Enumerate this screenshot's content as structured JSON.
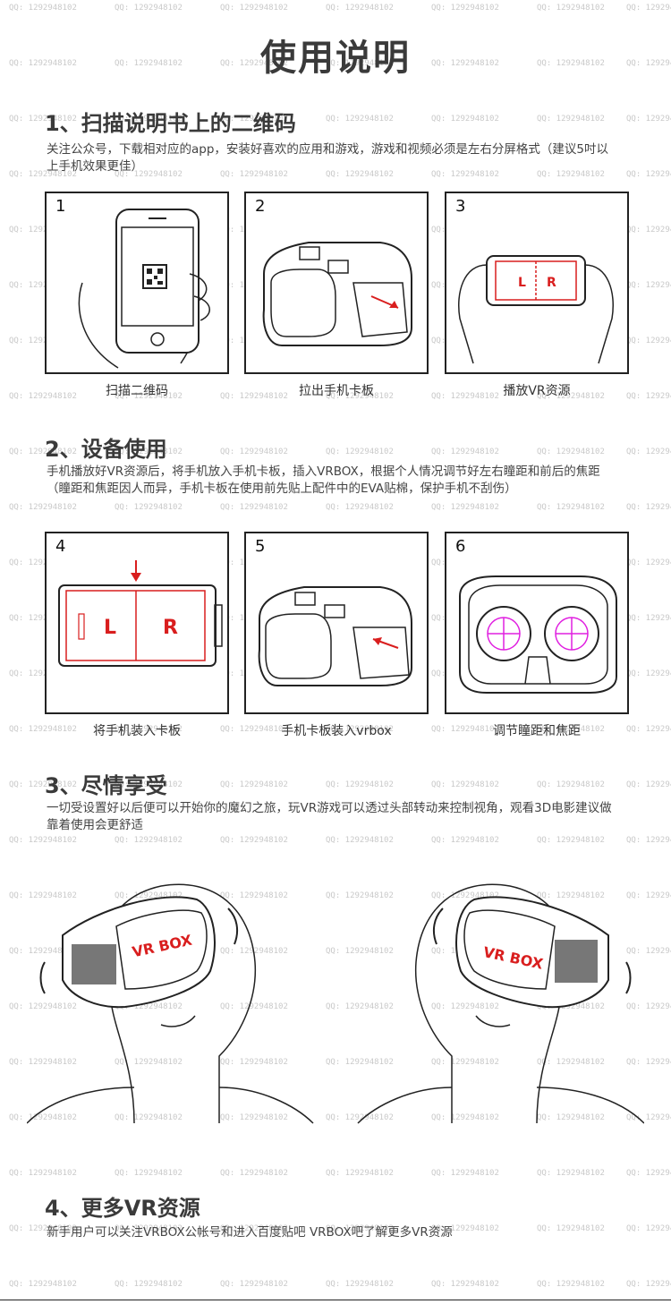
{
  "page_title": "使用说明",
  "watermark": "QQ: 1292948102",
  "sections": [
    {
      "heading": "1、扫描说明书上的二维码",
      "text": "关注公众号，下载相对应的app，安装好喜欢的应用和游戏，游戏和视频必须是左右分屏格式（建议5吋以上手机效果更佳）"
    },
    {
      "heading": "2、设备使用",
      "text": "手机播放好VR资源后，将手机放入手机卡板，插入VRBOX，根据个人情况调节好左右瞳距和前后的焦距（瞳距和焦距因人而异，手机卡板在使用前先贴上配件中的EVA贴棉，保护手机不刮伤）"
    },
    {
      "heading": "3、尽情享受",
      "text": "一切受设置好以后便可以开始你的魔幻之旅，玩VR游戏可以透过头部转动来控制视角，观看3D电影建议做靠着使用会更舒适"
    },
    {
      "heading": "4、更多VR资源",
      "text": "新手用户可以关注VRBOX公帐号和进入百度贴吧 VRBOX吧了解更多VR资源"
    }
  ],
  "steps": [
    {
      "number": "1",
      "caption": "扫描二维码"
    },
    {
      "number": "2",
      "caption": "拉出手机卡板"
    },
    {
      "number": "3",
      "caption": "播放VR资源"
    },
    {
      "number": "4",
      "caption": "将手机装入卡板"
    },
    {
      "number": "5",
      "caption": "手机卡板装入vrbox"
    },
    {
      "number": "6",
      "caption": "调节瞳距和焦距"
    }
  ],
  "labels": {
    "left": "L",
    "right": "R",
    "brand": "VR BOX"
  },
  "colors": {
    "accent_red": "#d91e1e",
    "lens_magenta": "#e020e0",
    "line": "#222222"
  }
}
